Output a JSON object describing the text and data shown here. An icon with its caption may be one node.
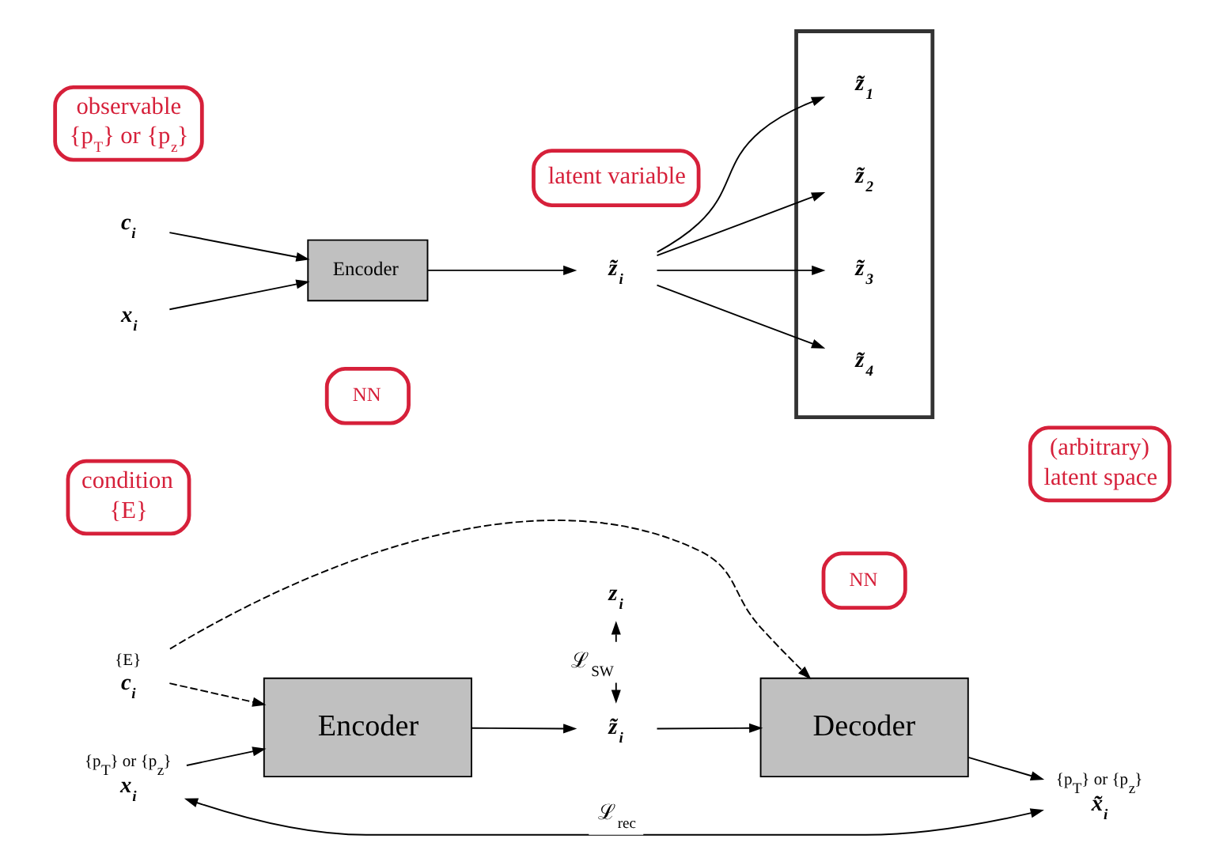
{
  "diagram": {
    "nodes": [
      {
        "text": [
          "c$_{i}$"
        ],
        "beside": [
          "{E}"
        ]
      },
      {
        "text": [
          "x$_{i}$"
        ],
        "beside": [
          "{p$_{T}$} or {p$_{z}$}"
        ]
      },
      {
        "text": [
          "Encoder"
        ]
      },
      {
        "text": [
          "NN"
        ]
      },
      {
        "text": [
          "z$_{i}$"
        ]
      },
      {
        "text": [
          "z̃$_{i}$"
        ]
      },
      {
        "text": [
          "Decoder"
        ]
      },
      {
        "text": [
          "NN"
        ]
      },
      {
        "text": [
          "x̃$_{i}$"
        ],
        "beside": [
          "{p$_{T}$} or {p$_{z}$}"
        ]
      },
      {
        "text": [
          "condition {E}"
        ]
      },
      {
        "text": [
          "c$_{i}$"
        ]
      },
      {
        "text": [
          "x$_{i}$"
        ]
      },
      {
        "text": [
          "Encoder"
        ]
      },
      {
        "text": [
          "z̃$_{i}$"
        ]
      },
      {
        "text": [
          "observable {p$_{T}$} or {p$_{z}$}"
        ]
      },
      {
        "text": [
          "latent variable"
        ]
      },
      {
        "text": [],
        "shape": "box"
      },
      {
        "text": [
          "z̃$_{1}$"
        ],
        "in": 16
      },
      {
        "text": [
          "z̃$_{2}$"
        ],
        "in": 16
      },
      {
        "text": [
          "z̃$_{3}$"
        ],
        "in": 16
      },
      {
        "text": [
          "z̃$_{4}$"
        ],
        "in": 16
      },
      {
        "text": [
          "(arbitrary) latent space"
        ]
      }
    ],
    "edges": [
      {
        "from": 0,
        "to": 2,
        "arrow": "to",
        "style": "dashed"
      },
      {
        "from": 0,
        "to": 6,
        "arrow": "to",
        "style": "dashed"
      },
      {
        "from": 1,
        "to": 2,
        "arrow": "to"
      },
      {
        "from": 2,
        "to": 5,
        "arrow": "to"
      },
      {
        "from": 4,
        "to": 5,
        "arrow": "both",
        "label": "ℒ$_{SW}$"
      },
      {
        "from": 5,
        "to": 6,
        "arrow": "to"
      },
      {
        "from": 6,
        "to": 8,
        "arrow": "to"
      },
      {
        "from": 1,
        "to": 8,
        "arrow": "both",
        "label": "ℒ$_{rec}$"
      },
      {
        "from": 10,
        "to": 12,
        "arrow": "to"
      },
      {
        "from": 11,
        "to": 12,
        "arrow": "to"
      },
      {
        "from": 12,
        "to": 13,
        "arrow": "to"
      },
      {
        "from": 13,
        "to": 17,
        "arrow": "to"
      },
      {
        "from": 13,
        "to": 18,
        "arrow": "to"
      },
      {
        "from": 13,
        "to": 19,
        "arrow": "to"
      },
      {
        "from": 13,
        "to": 20,
        "arrow": "to"
      }
    ]
  }
}
